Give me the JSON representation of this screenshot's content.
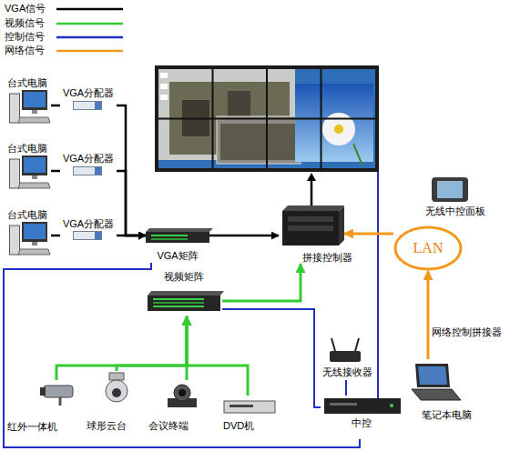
{
  "diagram": {
    "nodes": [
      {
        "text": [
          "台式电脑"
        ]
      },
      {
        "text": [
          "VGA分配器"
        ]
      },
      {
        "text": [
          "台式电脑"
        ]
      },
      {
        "text": [
          "VGA分配器"
        ]
      },
      {
        "text": [
          "台式电脑"
        ]
      },
      {
        "text": [
          "VGA分配器"
        ]
      },
      {
        "text": [
          "VGA矩阵"
        ]
      },
      {
        "text": [
          "视频矩阵"
        ]
      },
      {
        "text": [
          "拼接控制器"
        ]
      },
      {
        "text": [
          "无线中控面板"
        ]
      },
      {
        "text": [
          "LAN"
        ]
      },
      {
        "text": [
          "笔记本电脑"
        ]
      },
      {
        "text": [
          "无线接收器"
        ]
      },
      {
        "text": [
          "中控"
        ]
      },
      {
        "text": [
          "红外一体机"
        ]
      },
      {
        "text": [
          "球形云台"
        ]
      },
      {
        "text": [
          "会议终端"
        ]
      },
      {
        "text": [
          "DVD机"
        ]
      }
    ],
    "edges": [
      {
        "from": 0,
        "to": 1,
        "arrow": "none"
      },
      {
        "from": 2,
        "to": 3,
        "arrow": "none"
      },
      {
        "from": 4,
        "to": 5,
        "arrow": "none"
      },
      {
        "from": 1,
        "to": 6,
        "arrow": "to"
      },
      {
        "from": 3,
        "to": 6,
        "arrow": "to"
      },
      {
        "from": 5,
        "to": 6,
        "arrow": "to"
      },
      {
        "from": 6,
        "to": 8,
        "arrow": "to"
      },
      {
        "from": 7,
        "to": 8,
        "arrow": "to"
      },
      {
        "from": 10,
        "to": 8,
        "arrow": "to"
      },
      {
        "from": 11,
        "to": 10,
        "label": "网络控制拼接器",
        "arrow": "to"
      },
      {
        "from": 14,
        "to": 7,
        "arrow": "to"
      },
      {
        "from": 15,
        "to": 7,
        "arrow": "to"
      },
      {
        "from": 16,
        "to": 7,
        "arrow": "to"
      },
      {
        "from": 17,
        "to": 7,
        "arrow": "to"
      },
      {
        "from": 13,
        "to": 7,
        "arrow": "none"
      },
      {
        "from": 13,
        "to": 6,
        "arrow": "none"
      },
      {
        "from": 12,
        "to": 13,
        "arrow": "none"
      }
    ],
    "legend": [
      {
        "text": "VGA信号"
      },
      {
        "text": "视频信号"
      },
      {
        "text": "控制信号"
      },
      {
        "text": "网络信号"
      }
    ]
  }
}
